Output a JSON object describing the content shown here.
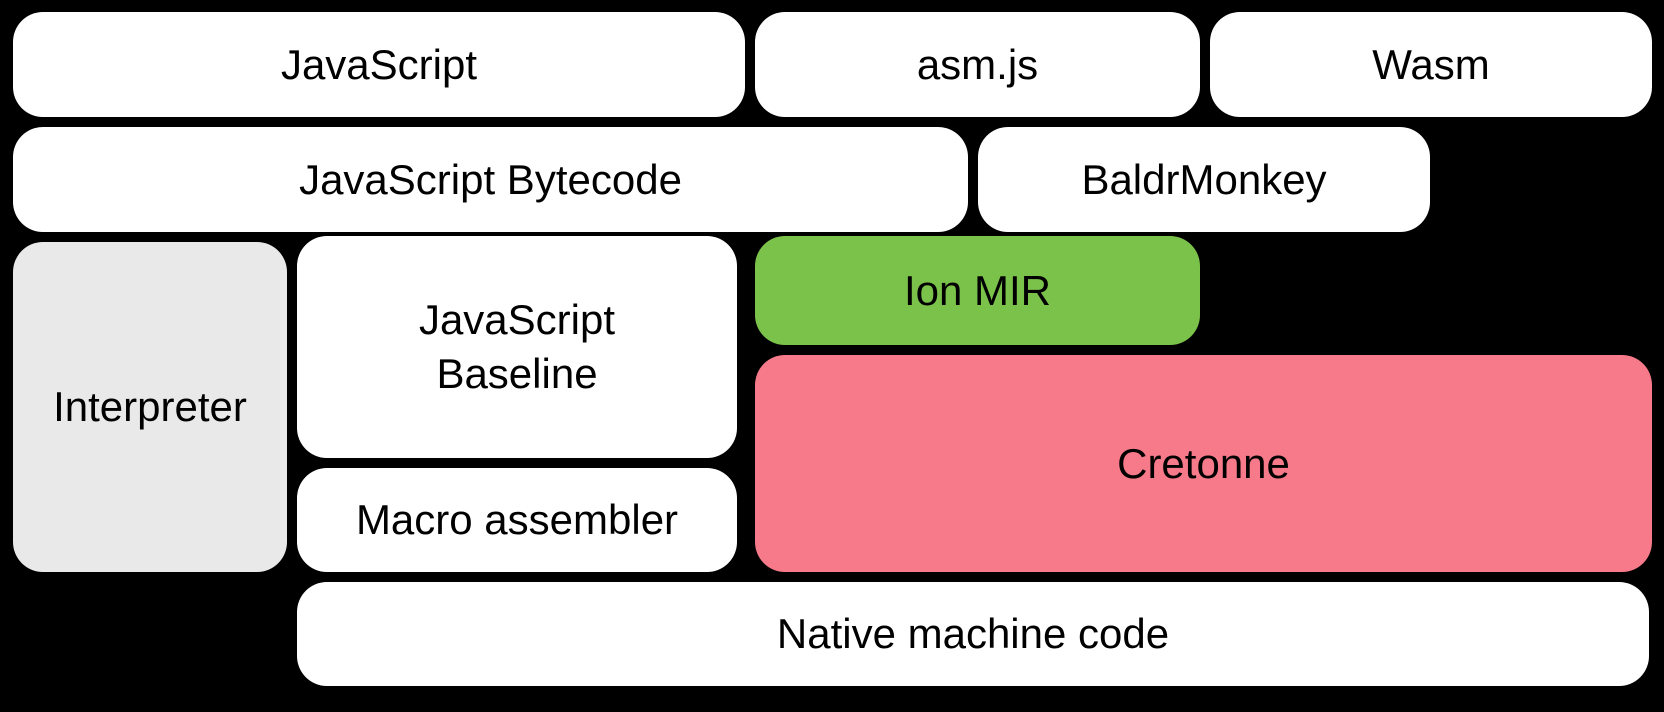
{
  "background_color": "#000000",
  "text_color": "#000000",
  "boxes": [
    {
      "id": "javascript",
      "label": "JavaScript",
      "color": "#FFFFFF"
    },
    {
      "id": "asm-js",
      "label": "asm.js",
      "color": "#FFFFFF"
    },
    {
      "id": "wasm",
      "label": "Wasm",
      "color": "#FFFFFF"
    },
    {
      "id": "javascript-bytecode",
      "label": "JavaScript Bytecode",
      "color": "#FFFFFF"
    },
    {
      "id": "baldrmonkey",
      "label": "BaldrMonkey",
      "color": "#FFFFFF"
    },
    {
      "id": "interpreter",
      "label": "Interpreter",
      "color": "#E9E9E9"
    },
    {
      "id": "javascript-baseline",
      "label": "JavaScript\nBaseline",
      "color": "#FFFFFF"
    },
    {
      "id": "ion-mir",
      "label": "Ion MIR",
      "color": "#7BC24B"
    },
    {
      "id": "cretonne",
      "label": "Cretonne",
      "color": "#F67A8A"
    },
    {
      "id": "macro-assembler",
      "label": "Macro assembler",
      "color": "#FFFFFF"
    },
    {
      "id": "native-machine-code",
      "label": "Native machine code",
      "color": "#FFFFFF"
    }
  ]
}
